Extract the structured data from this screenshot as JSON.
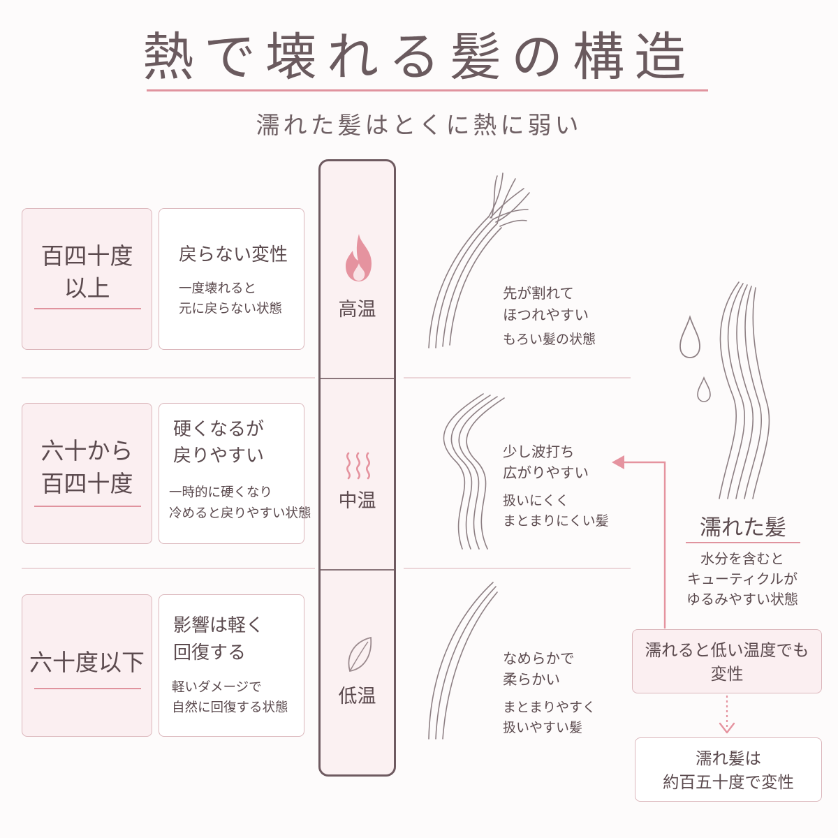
{
  "title": "熱で壊れる髪の構造",
  "subtitle": "濡れた髪はとくに熱に弱い",
  "rows": [
    {
      "label_lines": [
        "百四十度",
        "以上"
      ],
      "desc_heading": [
        "戻らない変性"
      ],
      "desc_sub": [
        "一度壊れると",
        "元に戻らない状態"
      ],
      "temp_label": "高温",
      "temp_icon": "flame-icon",
      "hair_heading": [
        "先が割れて",
        "ほつれやすい"
      ],
      "hair_sub": [
        "もろい髪の状態"
      ]
    },
    {
      "label_lines": [
        "六十から",
        "百四十度"
      ],
      "desc_heading": [
        "硬くなるが",
        "戻りやすい"
      ],
      "desc_sub": [
        "一時的に硬くなり",
        "冷めると戻りやすい状態"
      ],
      "temp_label": "中温",
      "temp_icon": "heat-waves-icon",
      "hair_heading": [
        "少し波打ち",
        "広がりやすい"
      ],
      "hair_sub": [
        "扱いにくく",
        "まとまりにくい髪"
      ]
    },
    {
      "label_lines": [
        "六十度以下"
      ],
      "desc_heading": [
        "影響は軽く",
        "回復する"
      ],
      "desc_sub": [
        "軽いダメージで",
        "自然に回復する状態"
      ],
      "temp_label": "低温",
      "temp_icon": "leaf-icon",
      "hair_heading": [
        "なめらかで",
        "柔らかい"
      ],
      "hair_sub": [
        "まとまりやすく",
        "扱いやすい髪"
      ]
    }
  ],
  "wet": {
    "title": "濡れた髪",
    "desc": [
      "水分を含むと",
      "キューティクルが",
      "ゆるみやすい状態"
    ],
    "note1": [
      "濡れると低い温度でも",
      "変性"
    ],
    "note2": [
      "濡れ髪は",
      "約百五十度で変性"
    ]
  },
  "icons": [
    "water-drop-icon",
    "arrow-icon"
  ],
  "colors": {
    "accent": "#e0939e",
    "text": "#5b4a4e",
    "frame": "#6e5a60",
    "panel": "#fbeff1"
  }
}
